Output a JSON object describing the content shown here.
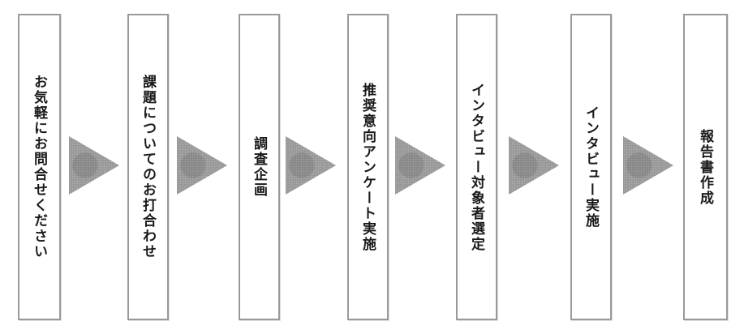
{
  "diagram": {
    "type": "process-flow",
    "direction": "left-to-right",
    "steps": [
      {
        "label": "お気軽にお問合せください"
      },
      {
        "label": "課題についてのお打合わせ"
      },
      {
        "label": "調査企画"
      },
      {
        "label": "推奨意向アンケート実施"
      },
      {
        "label": "インタビュー対象者選定"
      },
      {
        "label": "インタビュー実施"
      },
      {
        "label": "報告書作成"
      }
    ],
    "colors": {
      "box_border": "#9a9a9a",
      "box_fill": "#ffffff",
      "arrow_fill": "#9a9a9a",
      "text": "#1a1a1a",
      "background": "#ffffff"
    }
  }
}
